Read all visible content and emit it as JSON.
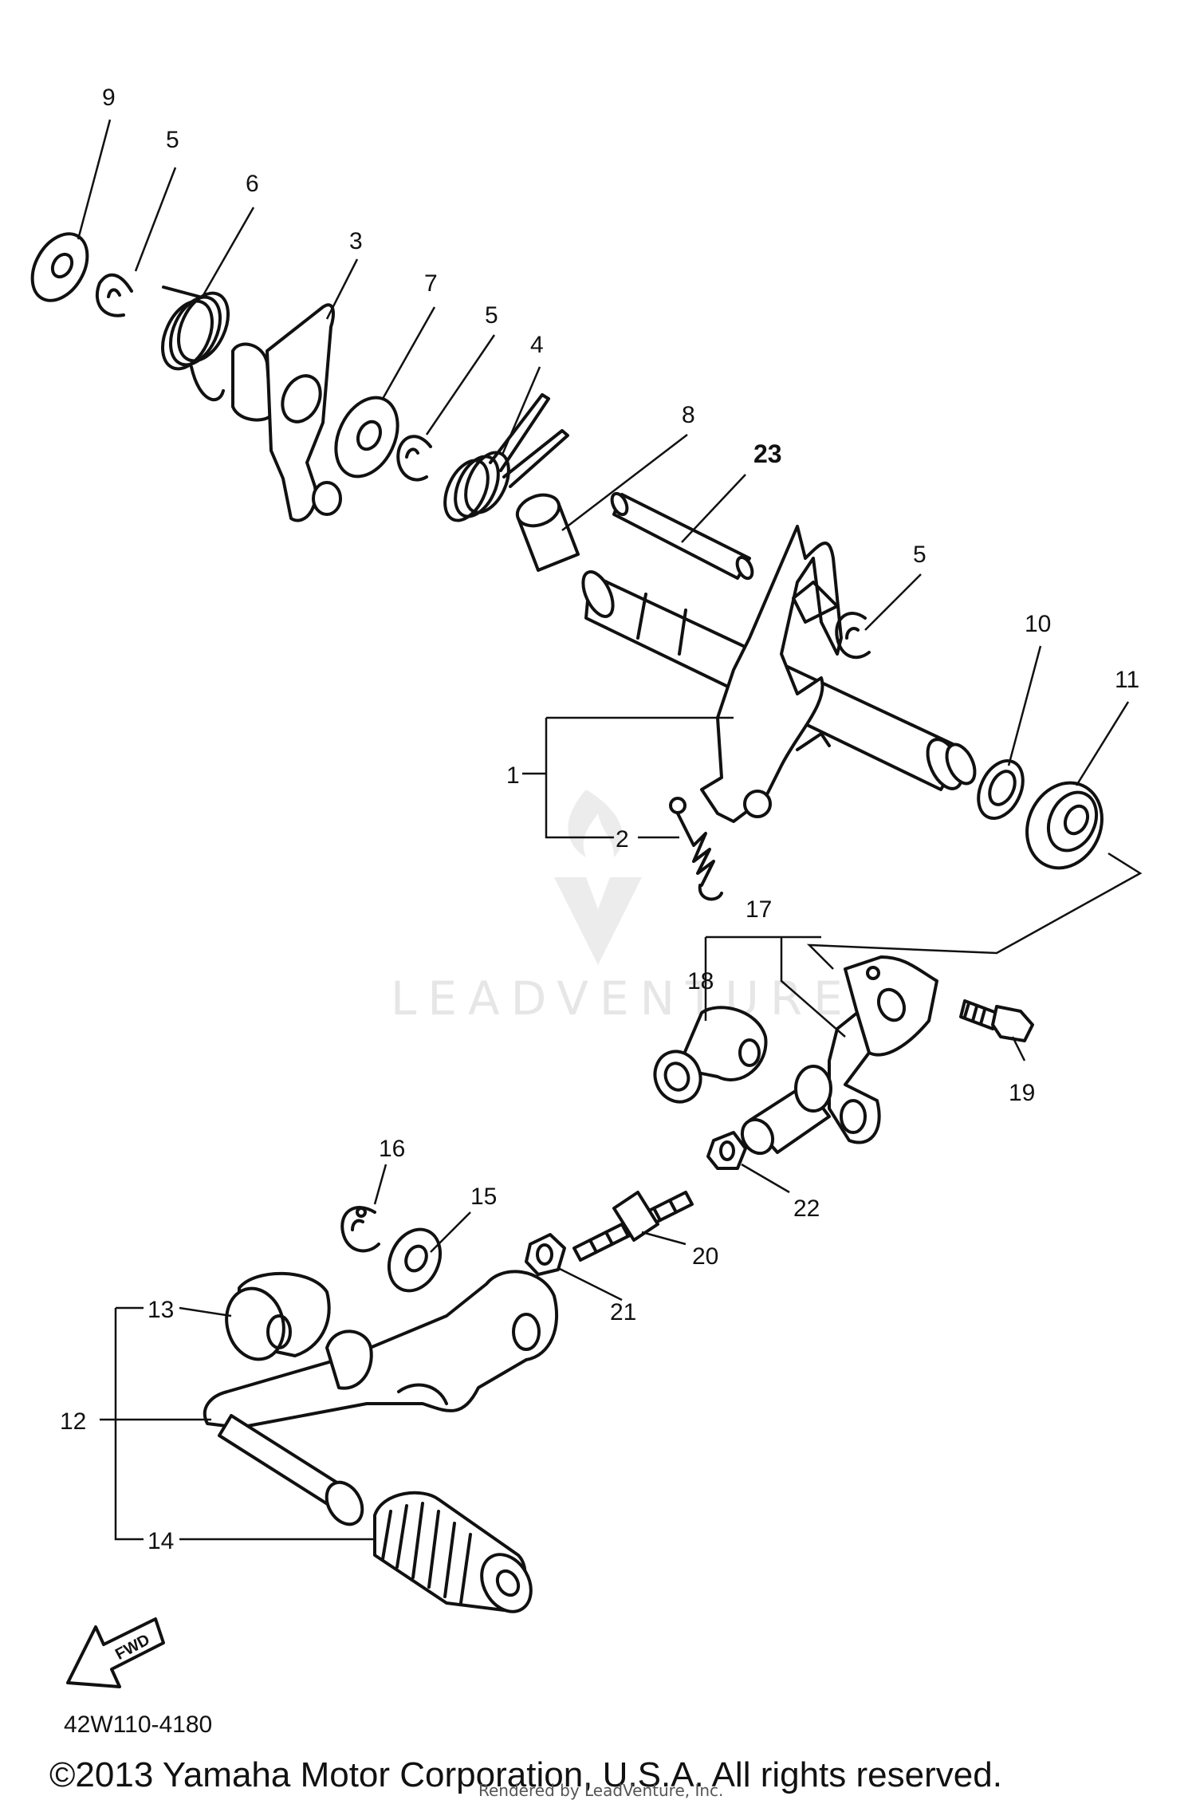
{
  "callouts": [
    {
      "id": "9",
      "label": "9"
    },
    {
      "id": "5a",
      "label": "5"
    },
    {
      "id": "6",
      "label": "6"
    },
    {
      "id": "3",
      "label": "3"
    },
    {
      "id": "7",
      "label": "7"
    },
    {
      "id": "5b",
      "label": "5"
    },
    {
      "id": "4",
      "label": "4"
    },
    {
      "id": "8",
      "label": "8"
    },
    {
      "id": "23",
      "label": "23"
    },
    {
      "id": "5c",
      "label": "5"
    },
    {
      "id": "10",
      "label": "10"
    },
    {
      "id": "11",
      "label": "11"
    },
    {
      "id": "1",
      "label": "1"
    },
    {
      "id": "2",
      "label": "2"
    },
    {
      "id": "17",
      "label": "17"
    },
    {
      "id": "18",
      "label": "18"
    },
    {
      "id": "19",
      "label": "19"
    },
    {
      "id": "16",
      "label": "16"
    },
    {
      "id": "15",
      "label": "15"
    },
    {
      "id": "22",
      "label": "22"
    },
    {
      "id": "20",
      "label": "20"
    },
    {
      "id": "21",
      "label": "21"
    },
    {
      "id": "13",
      "label": "13"
    },
    {
      "id": "12",
      "label": "12"
    },
    {
      "id": "14",
      "label": "14"
    }
  ],
  "fwd_label": "FWD",
  "diagram_code": "42W110-4180",
  "copyright": "©2013 Yamaha Motor Corporation, U.S.A. All rights reserved.",
  "rendered_by": "Rendered by LeadVenture, Inc.",
  "watermark": "LEADVENTURE",
  "colors": {
    "ink": "#111111",
    "watermark": "#e6e6e6",
    "background": "#ffffff"
  }
}
